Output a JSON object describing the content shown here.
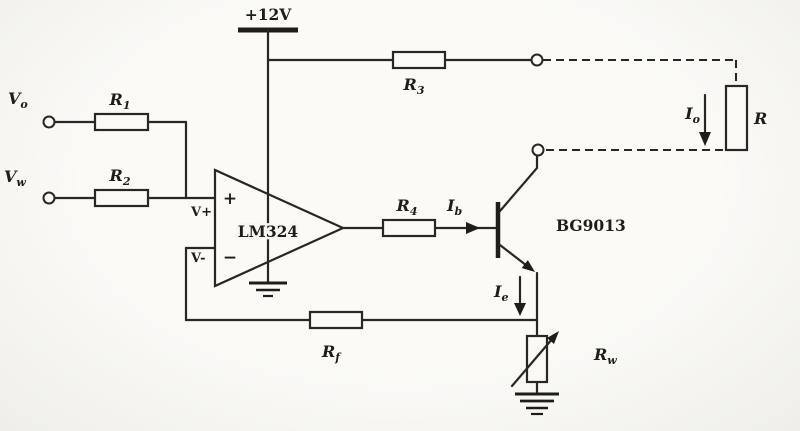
{
  "colors": {
    "ink": "#2a2723",
    "paper": "#f7f6f2"
  },
  "labels": {
    "supply": "+12V",
    "opamp_name": "LM324",
    "opamp_plus": "+",
    "opamp_minus": "−",
    "opamp_vplus": "V+",
    "opamp_vminus": "V-",
    "transistor": "BG9013",
    "input1": {
      "main": "V",
      "sub": "o"
    },
    "input2": {
      "main": "V",
      "sub": "w"
    },
    "r1": {
      "main": "R",
      "sub": "1"
    },
    "r2": {
      "main": "R",
      "sub": "2"
    },
    "r3": {
      "main": "R",
      "sub": "3"
    },
    "r4": {
      "main": "R",
      "sub": "4"
    },
    "rf": {
      "main": "R",
      "sub": "f"
    },
    "rw": {
      "main": "R",
      "sub": "w"
    },
    "load": "R",
    "io": {
      "main": "I",
      "sub": "o"
    },
    "ib": {
      "main": "I",
      "sub": "b"
    },
    "ie": {
      "main": "I",
      "sub": "e"
    }
  }
}
